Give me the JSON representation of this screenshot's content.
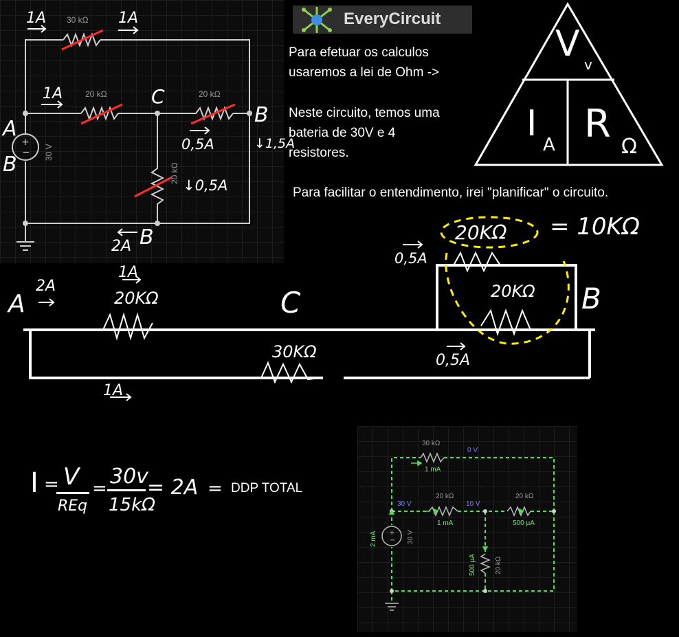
{
  "logo": {
    "text": "EveryCircuit"
  },
  "explanation": {
    "line1": "Para efetuar os calculos",
    "line2": "usaremos a lei de Ohm ->",
    "line3": "Neste circuito, temos uma",
    "line4": "bateria de 30V e 4",
    "line5": "resistores.",
    "line6": "Para facilitar o entendimento, irei \"planificar\" o circuito."
  },
  "ohm_triangle": {
    "v": "V",
    "v_unit": "v",
    "i": "I",
    "i_unit": "A",
    "r": "R",
    "r_unit": "Ω"
  },
  "top_circuit": {
    "r_top": "30 kΩ",
    "r_mid": "20 kΩ",
    "r_right": "20 kΩ",
    "r_vert": "20 kΩ",
    "battery": "30 V",
    "ann_1a_left": "1A",
    "ann_1a_right": "1A",
    "ann_1a_mid": "1A",
    "ann_C": "C",
    "ann_05a_right": "0,5A",
    "ann_15a": "↓1,5A",
    "ann_05a_vert": "↓0,5A",
    "ann_2a_bottom": "2A",
    "ann_B_bottom": "B",
    "ann_A": "A",
    "ann_B_left": "B",
    "ann_B_right": "B"
  },
  "flat_circuit": {
    "ann_A": "A",
    "ann_2a": "2A",
    "ann_1a_top": "1A",
    "r_left": "20KΩ",
    "ann_C": "C",
    "r_bottom": "30KΩ",
    "ann_1a_bottom": "1A",
    "ann_05a_top": "0,5A",
    "r_top_right": "20KΩ",
    "equiv": "= 10KΩ",
    "r_box": "20KΩ",
    "ann_B": "B",
    "ann_05a_right": "0,5A"
  },
  "formula": {
    "I": "I",
    "eq1": "=",
    "num1": "V",
    "den1": "REq",
    "eq2": "=",
    "num2": "30v",
    "den2": "15kΩ",
    "result": "= 2A",
    "eq3": "=",
    "label": "DDP TOTAL"
  },
  "sim_circuit": {
    "r_top": "30 kΩ",
    "node_top": "0 V",
    "current_top": "1 mA",
    "r_mid": "20 kΩ",
    "node_left": "30 V",
    "node_mid": "10 V",
    "current_mid": "1 mA",
    "r_right": "20 kΩ",
    "current_right": "500 µA",
    "battery": "30 V",
    "battery_current": "2 mA",
    "r_vert": "20 kΩ",
    "current_vert": "500 µA"
  },
  "colors": {
    "background": "#000000",
    "wire_gray": "#cccccc",
    "strike_red": "#ff2a2a",
    "highlight_yellow": "#ffee00",
    "sim_green": "#55dd55",
    "node_blue": "#7d7dff"
  }
}
